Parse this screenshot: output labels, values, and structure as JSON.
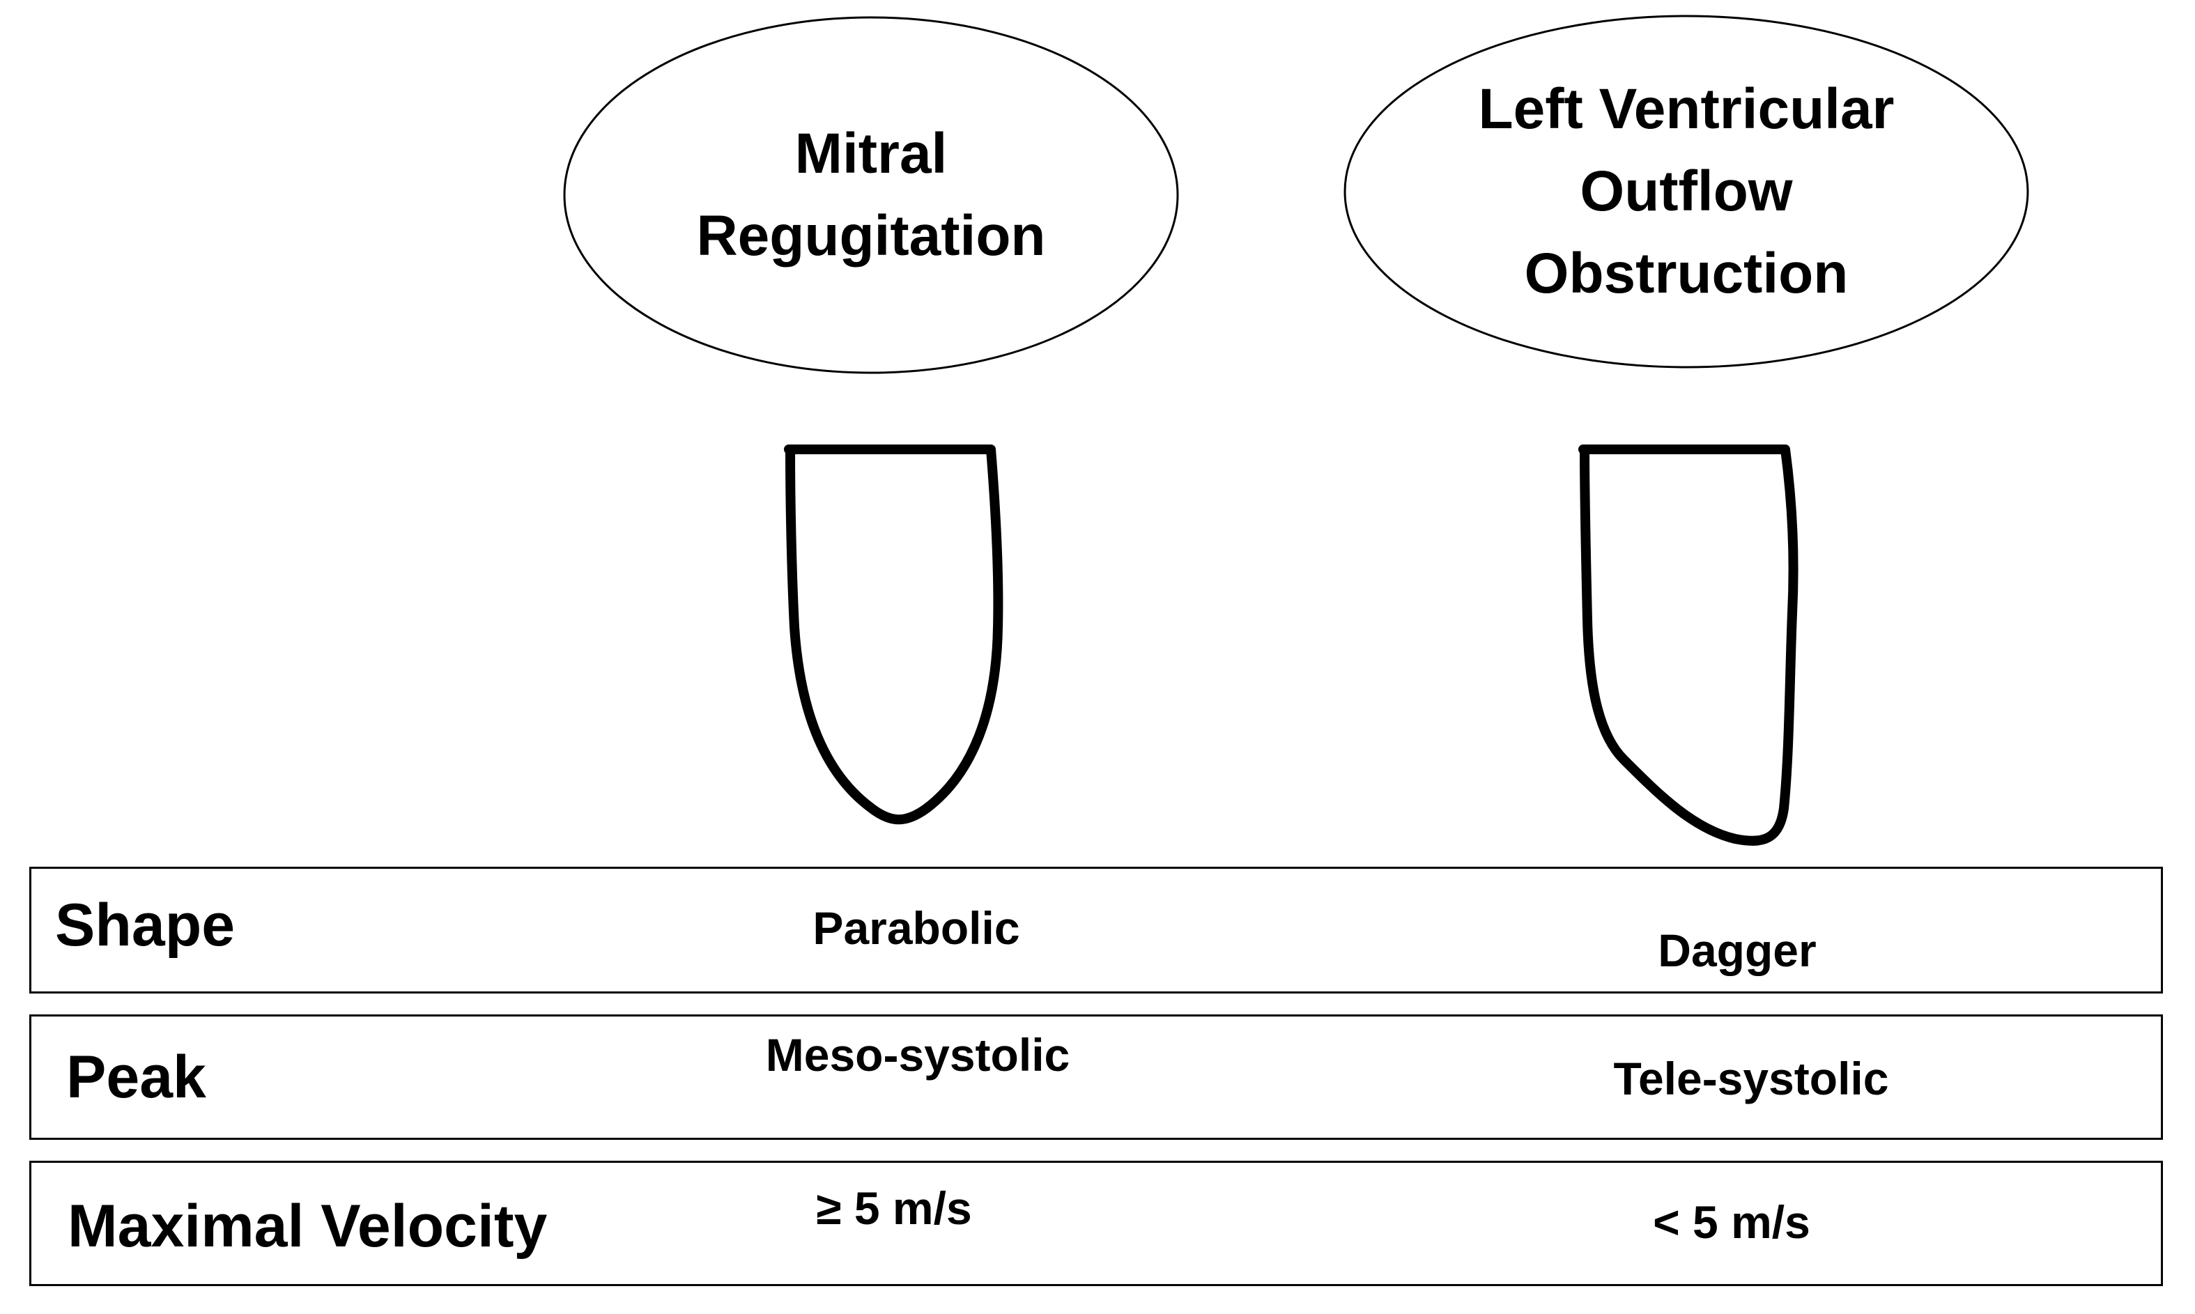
{
  "columns": [
    {
      "title": "Mitral\nRegugitation"
    },
    {
      "title": "Left Ventricular\nOutflow\nObstruction"
    }
  ],
  "rows": [
    {
      "label": "Shape",
      "mitral": "Parabolic",
      "lvoto": "Dagger"
    },
    {
      "label": "Peak",
      "mitral": "Meso-systolic",
      "lvoto": "Tele-systolic"
    },
    {
      "label": "Maximal Velocity",
      "mitral": "≥ 5 m/s",
      "lvoto": "< 5 m/s"
    }
  ]
}
